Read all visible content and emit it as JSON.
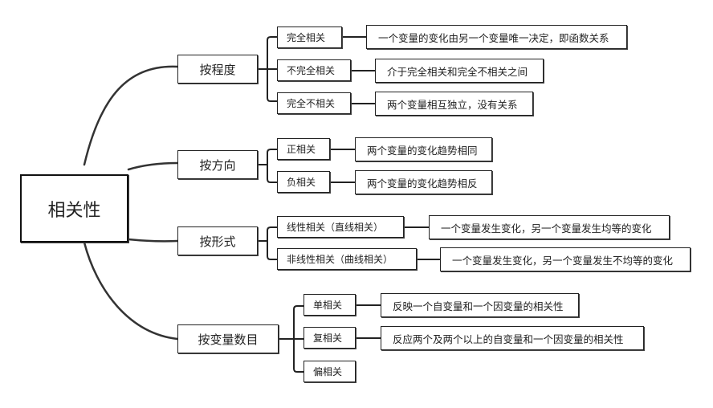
{
  "root": {
    "label": "相关性"
  },
  "categories": [
    {
      "label": "按程度",
      "items": [
        {
          "label": "完全相关",
          "desc": "一个变量的变化由另一个变量唯一决定，即函数关系"
        },
        {
          "label": "不完全相关",
          "desc": "介于完全相关和完全不相关之间"
        },
        {
          "label": "完全不相关",
          "desc": "两个变量相互独立，没有关系"
        }
      ]
    },
    {
      "label": "按方向",
      "items": [
        {
          "label": "正相关",
          "desc": "两个变量的变化趋势相同"
        },
        {
          "label": "负相关",
          "desc": "两个变量的变化趋势相反"
        }
      ]
    },
    {
      "label": "按形式",
      "items": [
        {
          "label": "线性相关（直线相关）",
          "desc": "一个变量发生变化，另一个变量发生均等的变化"
        },
        {
          "label": "非线性相关（曲线相关）",
          "desc": "一个变量发生变化，另一个变量发生不均等的变化"
        }
      ]
    },
    {
      "label": "按变量数目",
      "items": [
        {
          "label": "单相关",
          "desc": "反映一个自变量和一个因变量的相关性"
        },
        {
          "label": "复相关",
          "desc": "反应两个及两个以上的自变量和一个因变量的相关性"
        },
        {
          "label": "偏相关"
        }
      ]
    }
  ],
  "colors": {
    "stroke": "#222222",
    "background": "#ffffff"
  }
}
